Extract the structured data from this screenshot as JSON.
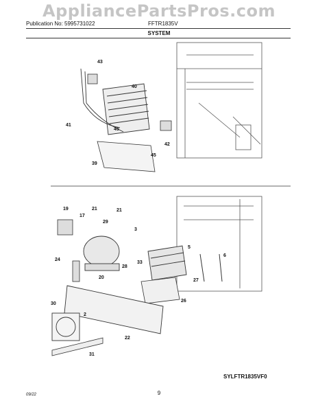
{
  "watermark": "AppliancePartsPros.com",
  "header": {
    "publication": "Publication No: 5995731022",
    "model": "FFTR1835V"
  },
  "section_title": "SYSTEM",
  "callouts_top": [
    "43",
    "40",
    "41",
    "45",
    "42",
    "45",
    "39"
  ],
  "callouts_bottom": [
    "19",
    "17",
    "21",
    "29",
    "21",
    "3",
    "5",
    "24",
    "28",
    "33",
    "6",
    "20",
    "27",
    "26",
    "30",
    "2",
    "22",
    "31"
  ],
  "diagram_code": "SYLFTR1835VF0",
  "footer": {
    "date": "09/22",
    "page": "9"
  },
  "colors": {
    "line": "#333333",
    "watermark": "#969696"
  }
}
